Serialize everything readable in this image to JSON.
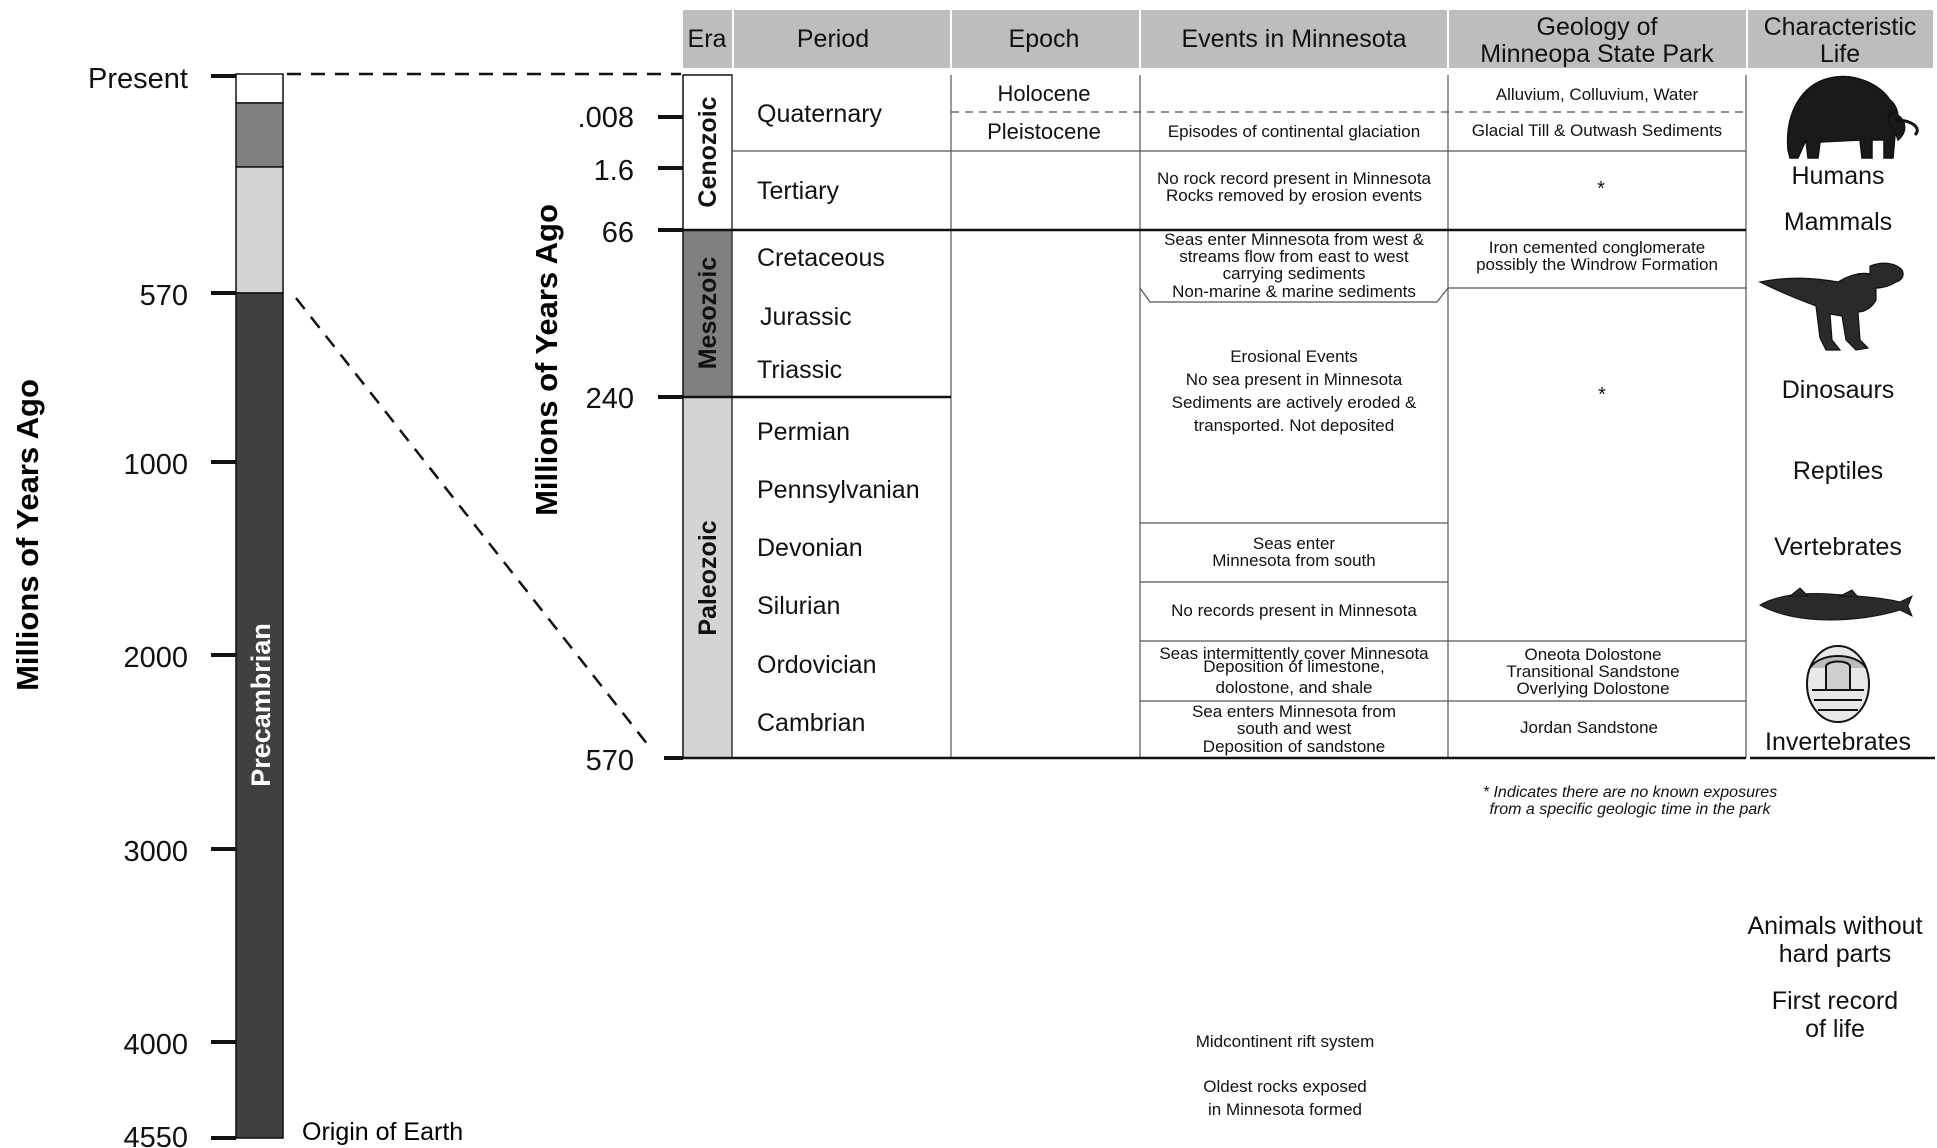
{
  "left_axis": {
    "title": "Millions of Years Ago",
    "ticks": [
      "Present",
      "570",
      "1000",
      "2000",
      "3000",
      "4000",
      "4550"
    ],
    "column_label": "Precambrian",
    "origin_label": "Origin of Earth",
    "colors": {
      "cenozoic": "#ffffff",
      "mesozoic": "#808080",
      "paleozoic": "#d4d4d4",
      "precambrian": "#404040"
    }
  },
  "right_axis": {
    "title": "Millions of Years Ago",
    "ticks": [
      ".008",
      "1.6",
      "66",
      "240",
      "570"
    ]
  },
  "headers": {
    "era": "Era",
    "period": "Period",
    "epoch": "Epoch",
    "events": "Events in Minnesota",
    "geology_line1": "Geology of",
    "geology_line2": "Minneopa State Park",
    "life_line1": "Characteristic",
    "life_line2": "Life"
  },
  "eras": [
    {
      "name": "Cenozoic",
      "color": "#ffffff"
    },
    {
      "name": "Mesozoic",
      "color": "#808080"
    },
    {
      "name": "Paleozoic",
      "color": "#d4d4d4"
    }
  ],
  "periods": [
    "Quaternary",
    "Tertiary",
    "Cretaceous",
    "Jurassic",
    "Triassic",
    "Permian",
    "Pennsylvanian",
    "Devonian",
    "Silurian",
    "Ordovician",
    "Cambrian"
  ],
  "epochs": [
    "Holocene",
    "Pleistocene"
  ],
  "events": {
    "pleistocene": "Episodes of continental glaciation",
    "tertiary_1": "No rock record present in Minnesota",
    "tertiary_2": "Rocks removed by erosion events",
    "cretaceous_1": "Seas enter Minnesota from west &",
    "cretaceous_2": "streams flow from east to west",
    "cretaceous_3": "carrying sediments",
    "cretaceous_4": "Non-marine & marine sediments",
    "erosion_1": "Erosional Events",
    "erosion_2": "No sea present in Minnesota",
    "erosion_3": "Sediments are actively eroded &",
    "erosion_4": "transported. Not deposited",
    "devonian_1": "Seas enter",
    "devonian_2": "Minnesota from south",
    "silurian": "No records present in Minnesota",
    "ordovician_1": "Seas intermittently cover Minnesota",
    "ordovician_2": "Deposition of limestone,",
    "ordovician_3": "dolostone, and shale",
    "cambrian_1": "Sea enters Minnesota from",
    "cambrian_2": "south and west",
    "cambrian_3": "Deposition of sandstone",
    "rift": "Midcontinent rift system",
    "oldest_1": "Oldest rocks exposed",
    "oldest_2": "in Minnesota formed"
  },
  "geology": {
    "holocene": "Alluvium, Colluvium, Water",
    "pleistocene": "Glacial Till & Outwash Sediments",
    "tertiary": "*",
    "cretaceous_1": "Iron cemented conglomerate",
    "cretaceous_2": "possibly the Windrow Formation",
    "middle": "*",
    "ordovician_1": "Oneota Dolostone",
    "ordovician_2": "Transitional Sandstone",
    "ordovician_3": "Overlying Dolostone",
    "cambrian": "Jordan Sandstone"
  },
  "life": {
    "humans": "Humans",
    "mammals": "Mammals",
    "dinosaurs": "Dinosaurs",
    "reptiles": "Reptiles",
    "vertebrates": "Vertebrates",
    "invertebrates": "Invertebrates",
    "soft_1": "Animals without",
    "soft_2": "hard parts",
    "first_1": "First record",
    "first_2": "of life"
  },
  "footnote": {
    "line1": "* Indicates there are no known exposures",
    "line2": "from a specific geologic time in the park"
  }
}
